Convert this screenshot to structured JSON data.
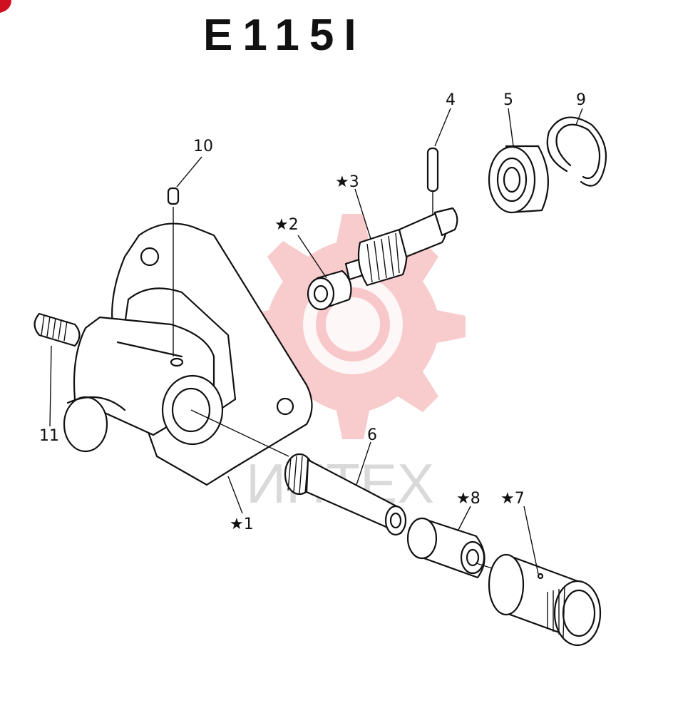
{
  "title": "E115I",
  "watermark": {
    "text": "ИНТЕХ",
    "color": "#f2a0a4"
  },
  "callouts": [
    {
      "id": "c1",
      "text": "★1"
    },
    {
      "id": "c2",
      "text": "★2"
    },
    {
      "id": "c3",
      "text": "★3"
    },
    {
      "id": "c4",
      "text": "4"
    },
    {
      "id": "c5",
      "text": "5"
    },
    {
      "id": "c6",
      "text": "6"
    },
    {
      "id": "c7",
      "text": "★7"
    },
    {
      "id": "c8",
      "text": "★8"
    },
    {
      "id": "c9",
      "text": "9"
    },
    {
      "id": "c10",
      "text": "10"
    },
    {
      "id": "c11",
      "text": "11"
    }
  ]
}
